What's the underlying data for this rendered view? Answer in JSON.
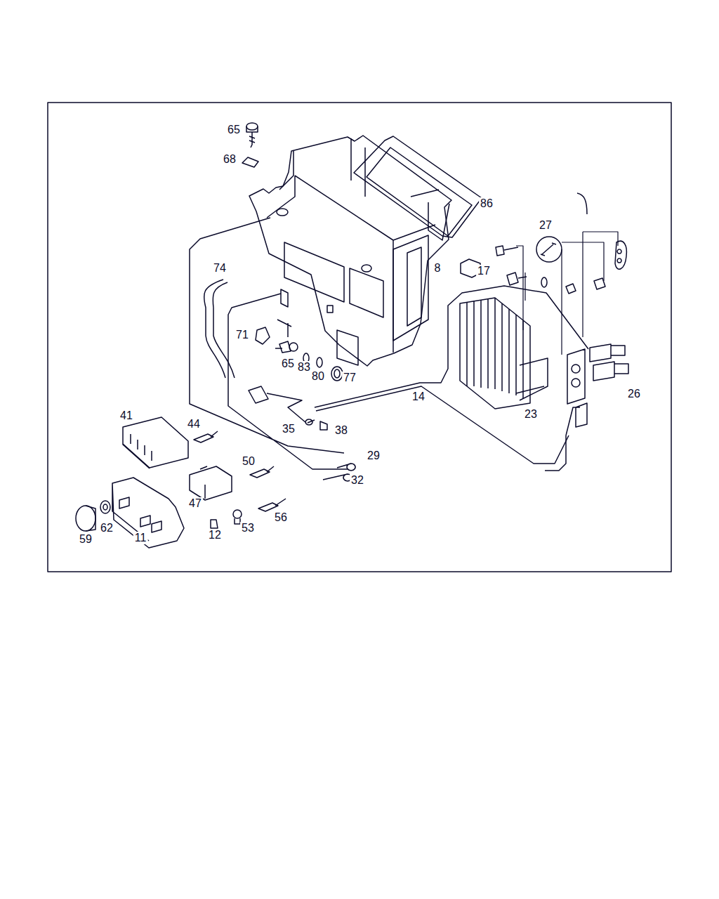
{
  "diagram": {
    "labels": [
      "65",
      "68",
      "86",
      "27",
      "74",
      "8",
      "17",
      "71",
      "65",
      "83",
      "80",
      "77",
      "26",
      "14",
      "23",
      "35",
      "38",
      "41",
      "44",
      "50",
      "29",
      "32",
      "47",
      "56",
      "59",
      "62",
      "11",
      "12",
      "53"
    ]
  }
}
